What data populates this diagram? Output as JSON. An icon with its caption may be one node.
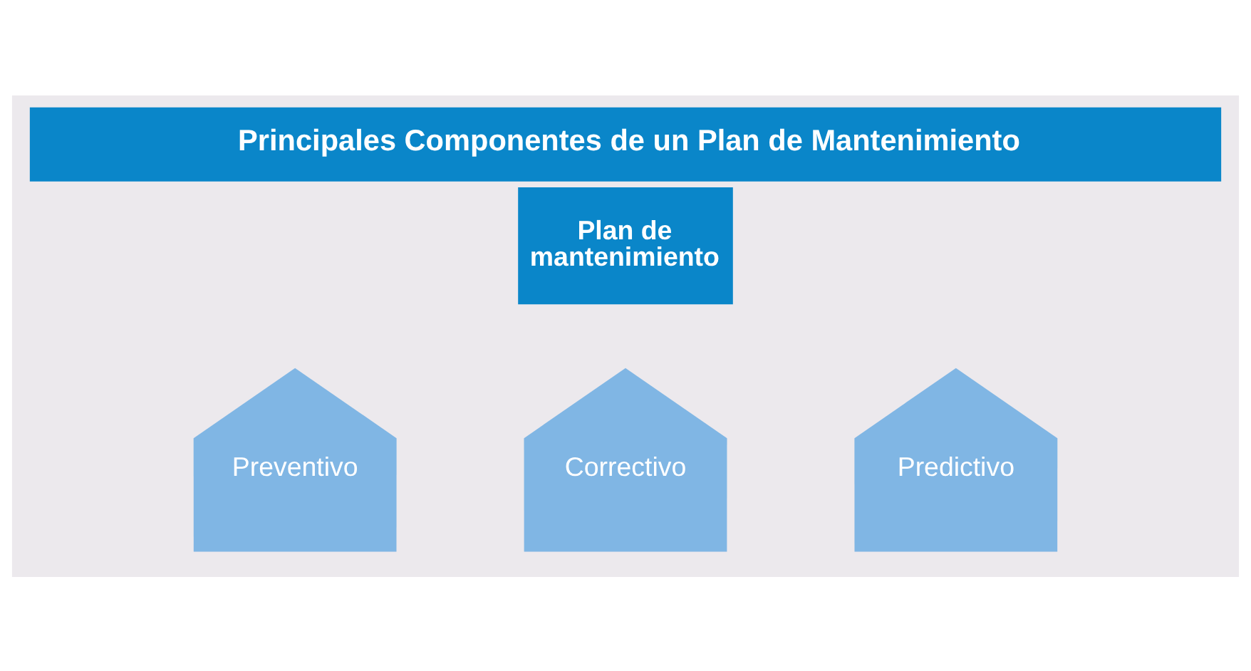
{
  "diagram": {
    "title": "Principales Componentes de un Plan de Mantenimiento",
    "nodes": [
      {
        "text": [
          "Plan de mantenimiento"
        ]
      },
      {
        "text": [
          "Preventivo"
        ]
      },
      {
        "text": [
          "Correctivo"
        ]
      },
      {
        "text": [
          "Predictivo"
        ]
      }
    ]
  }
}
